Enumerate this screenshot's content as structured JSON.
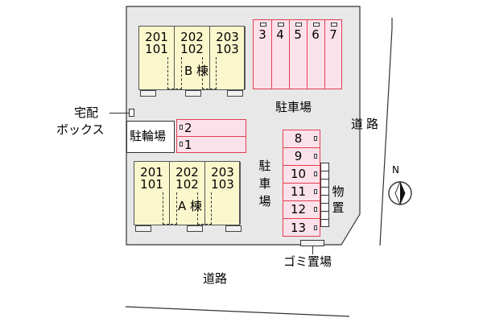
{
  "building_b": {
    "units": [
      {
        "upper": "201",
        "lower": "101"
      },
      {
        "upper": "202",
        "lower": "102"
      },
      {
        "upper": "203",
        "lower": "103"
      }
    ],
    "name": "B 棟"
  },
  "building_a": {
    "units": [
      {
        "upper": "201",
        "lower": "101"
      },
      {
        "upper": "202",
        "lower": "102"
      },
      {
        "upper": "203",
        "lower": "103"
      }
    ],
    "name": "A 棟"
  },
  "parking_top": [
    "3",
    "4",
    "5",
    "6",
    "7"
  ],
  "parking_bike_side": [
    "2",
    "1"
  ],
  "parking_right": [
    "8",
    "9",
    "10",
    "11",
    "12",
    "13"
  ],
  "labels": {
    "parking_top_label": "駐車場",
    "parking_right_label": [
      "駐",
      "車",
      "場"
    ],
    "bicycle_parking": "駐輪場",
    "delivery_box": [
      "宅配",
      "ボックス"
    ],
    "storage": [
      "物",
      "置"
    ],
    "garbage": "ゴミ置場",
    "road_bottom": "道路",
    "road_right": [
      "道",
      "路"
    ],
    "compass_n": "N"
  },
  "colors": {
    "lot": "#e8e8e8",
    "building": "#fbf7cc",
    "parking_fill": "#fbe1ea",
    "parking_line": "#e0404f"
  }
}
